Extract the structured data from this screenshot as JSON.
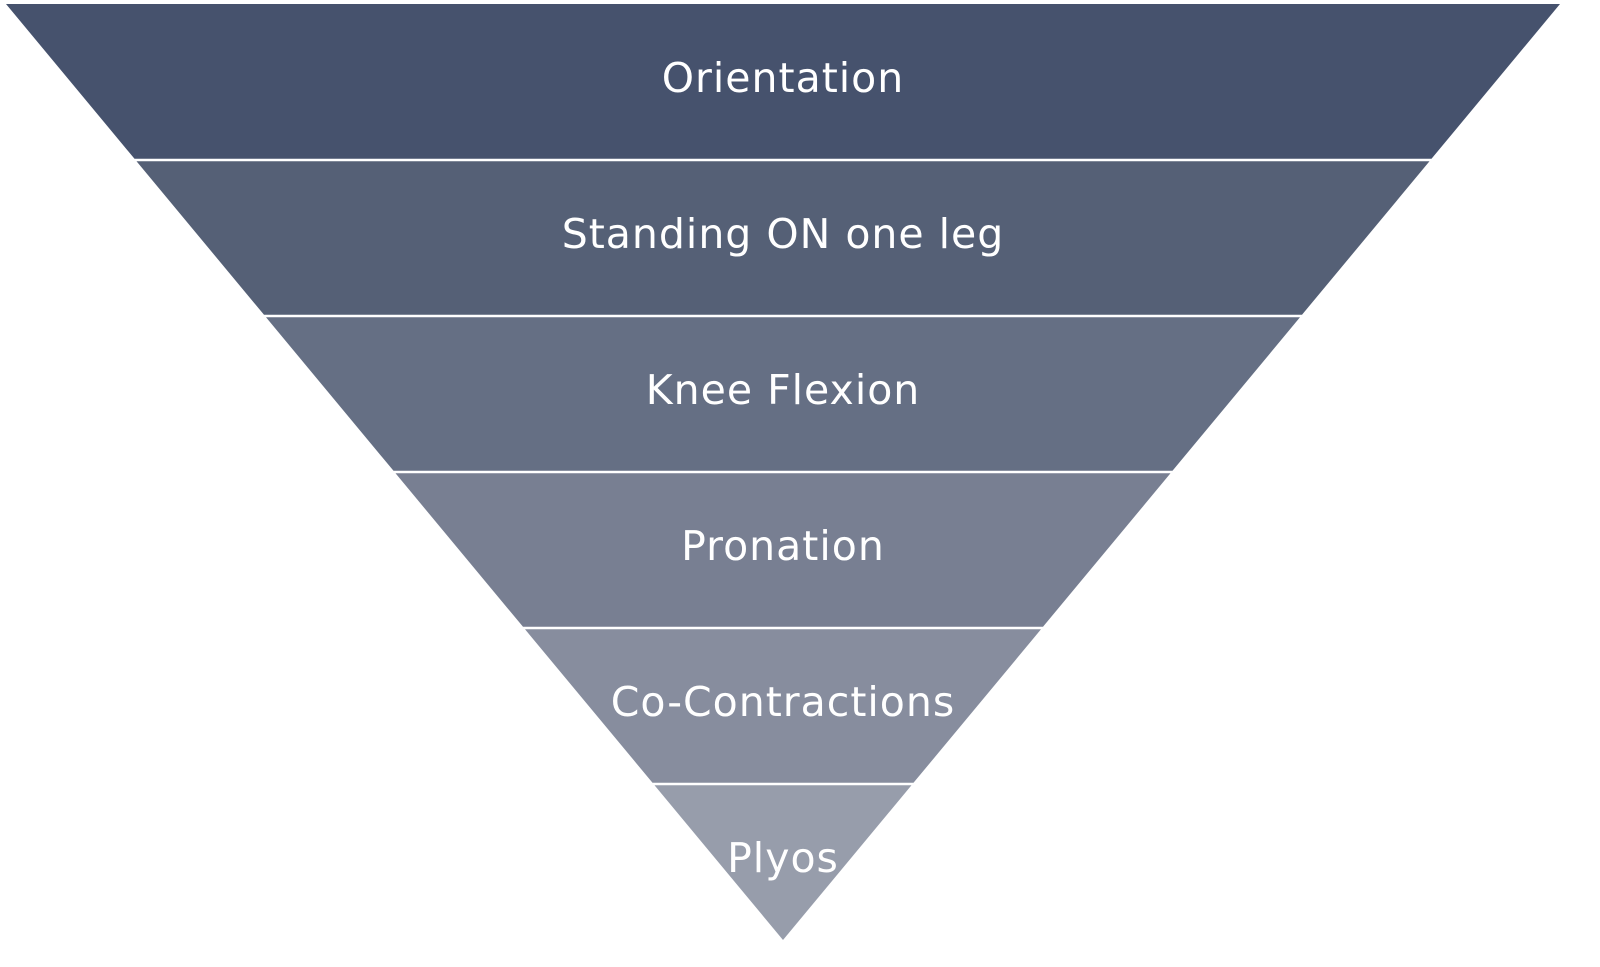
{
  "diagram": {
    "type": "inverted-pyramid",
    "tiers": [
      {
        "label": "Orientation",
        "color": "#46526d"
      },
      {
        "label": "Standing ON one leg",
        "color": "#556076"
      },
      {
        "label": "Knee Flexion",
        "color": "#656f84"
      },
      {
        "label": "Pronation",
        "color": "#787f92"
      },
      {
        "label": "Co-Contractions",
        "color": "#878d9e"
      },
      {
        "label": "Plyos",
        "color": "#979dab"
      }
    ],
    "divider_color": "#ffffff",
    "background": "#ffffff"
  }
}
